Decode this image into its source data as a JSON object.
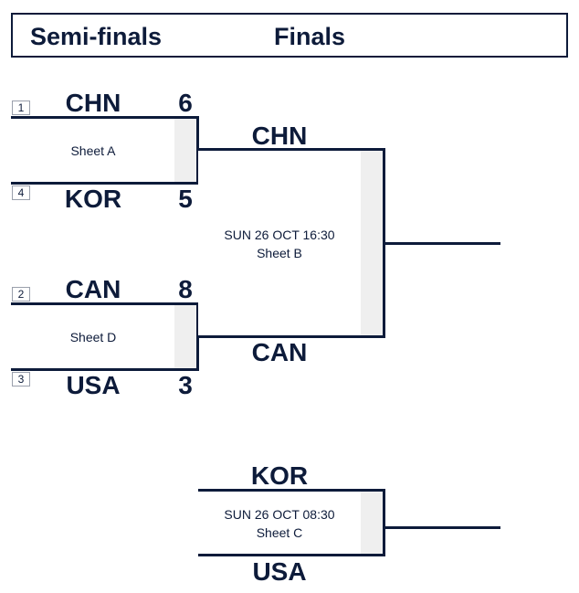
{
  "header": {
    "rounds": [
      "Semi-finals",
      "Finals"
    ]
  },
  "semifinals": [
    {
      "sheet": "Sheet A",
      "top": {
        "seed": "1",
        "team": "CHN",
        "score": "6"
      },
      "bottom": {
        "seed": "4",
        "team": "KOR",
        "score": "5"
      }
    },
    {
      "sheet": "Sheet D",
      "top": {
        "seed": "2",
        "team": "CAN",
        "score": "8"
      },
      "bottom": {
        "seed": "3",
        "team": "USA",
        "score": "3"
      }
    }
  ],
  "final": {
    "top_team": "CHN",
    "bottom_team": "CAN",
    "datetime": "SUN 26 OCT 16:30",
    "sheet": "Sheet B"
  },
  "bronze": {
    "top_team": "KOR",
    "bottom_team": "USA",
    "datetime": "SUN 26 OCT 08:30",
    "sheet": "Sheet C"
  }
}
